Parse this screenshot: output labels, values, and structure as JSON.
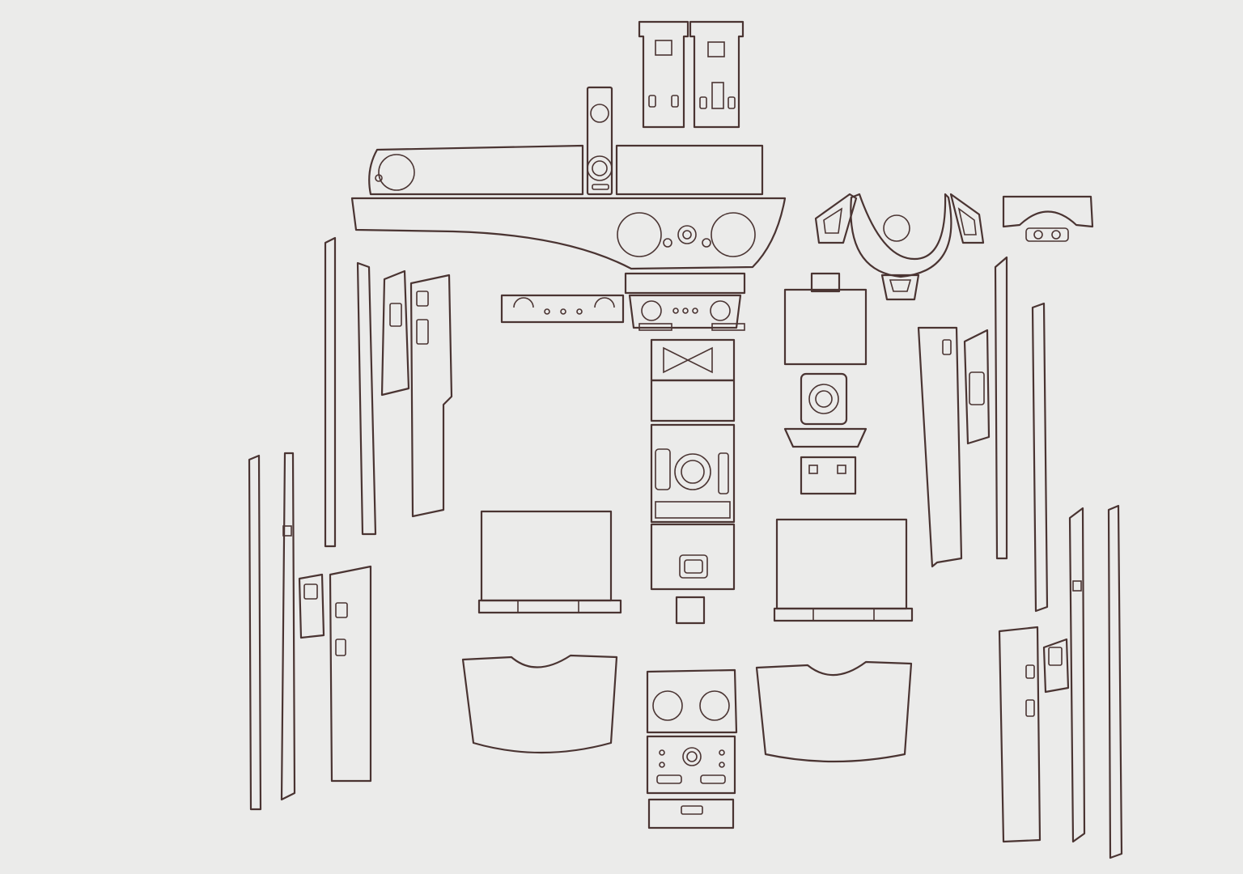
{
  "sheet": {
    "background": "#ebebea",
    "line_color": "#4a3432"
  },
  "caption_text": "",
  "parts": [
    "center-console-top-left-door",
    "center-console-top-right-door",
    "gear-shift-strip",
    "upper-dashboard-trim",
    "main-dashboard-trim",
    "steering-wheel-trim",
    "steering-spoke-left",
    "steering-spoke-right",
    "steering-lower-trim",
    "steering-column-vent-trim",
    "left-vent-strip",
    "center-climate-panel",
    "center-console-cupholder",
    "center-console-gear-panel",
    "center-console-ashtray",
    "right-console-tray",
    "right-console-rotary",
    "right-console-small-panel",
    "front-left-door-strip-outer",
    "front-left-door-strip-inner",
    "front-left-window-switch",
    "front-left-armrest",
    "rear-left-door-strip-outer",
    "rear-left-door-strip-inner",
    "rear-left-window-switch",
    "rear-left-armrest",
    "front-right-door-strip-outer",
    "front-right-door-strip-inner",
    "front-right-window-switch",
    "front-right-armrest",
    "rear-right-door-strip-outer",
    "rear-right-door-strip-inner",
    "rear-right-window-switch",
    "rear-right-armrest",
    "left-seat-screen",
    "right-seat-screen",
    "left-seatback-pocket",
    "right-seatback-pocket",
    "rear-climate-panel"
  ]
}
